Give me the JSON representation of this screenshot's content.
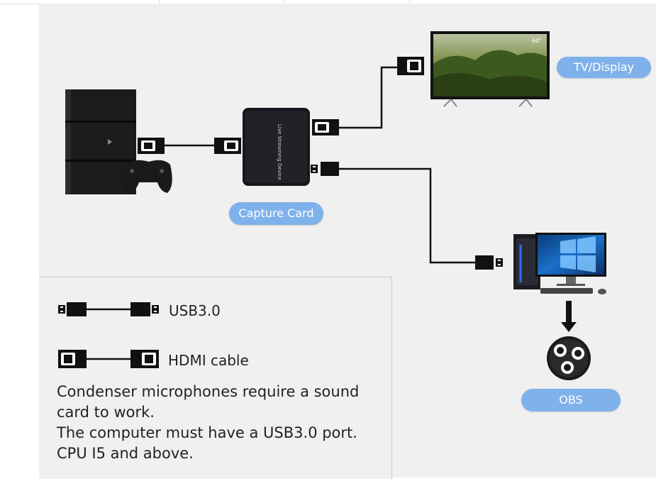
{
  "labels": {
    "tv_display": "TV/Display",
    "capture_card": "Capture Card",
    "obs": "OBS",
    "device_text": "Live Streaming Device",
    "tv_size": "60\""
  },
  "legend": {
    "usb_label": "USB3.0",
    "hdmi_label": "HDMI cable"
  },
  "notes": [
    "Condenser microphones require a sound",
    "card to work.",
    "The computer must have a USB3.0 port.",
    "CPU I5 and above."
  ],
  "colors": {
    "pill": "#7fb1ea",
    "background": "#f0f0f0",
    "cable": "#111111"
  },
  "icons": [
    "console-icon",
    "gamepad-icon",
    "capture-card-icon",
    "tv-icon",
    "pc-tower-icon",
    "monitor-icon",
    "obs-logo-icon",
    "arrow-down-icon",
    "usb-connector-icon",
    "hdmi-connector-icon"
  ]
}
